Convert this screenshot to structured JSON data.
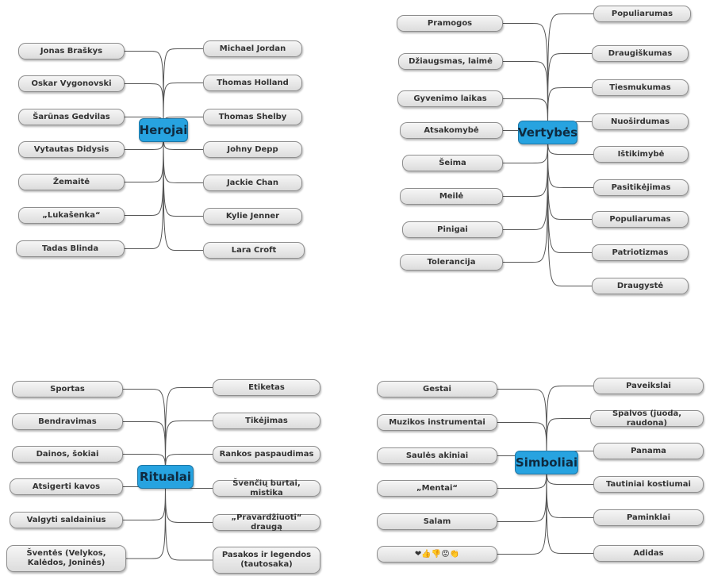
{
  "maps": {
    "herojai": {
      "title": "Herojai",
      "left": [
        "Jonas Braškys",
        "Oskar Vygonovski",
        "Šarūnas Gedvilas",
        "Vytautas Didysis",
        "Žemaitė",
        "„Lukašenka“",
        "Tadas Blinda"
      ],
      "right": [
        "Michael Jordan",
        "Thomas Holland",
        "Thomas Shelby",
        "Johny Depp",
        "Jackie Chan",
        "Kylie Jenner",
        "Lara Croft"
      ]
    },
    "vertybes": {
      "title": "Vertybės",
      "left": [
        "Pramogos",
        "Džiaugsmas, laimė",
        "Gyvenimo laikas",
        "Atsakomybė",
        "Šeima",
        "Meilė",
        "Pinigai",
        "Tolerancija"
      ],
      "right": [
        "Populiarumas",
        "Draugiškumas",
        "Tiesmukumas",
        "Nuoširdumas",
        "Ištikimybė",
        "Pasitikėjimas",
        "Populiarumas",
        "Patriotizmas",
        "Draugystė"
      ]
    },
    "ritualai": {
      "title": "Ritualai",
      "left": [
        "Sportas",
        "Bendravimas",
        "Dainos, šokiai",
        "Atsigerti kavos",
        "Valgyti saldainius",
        "Šventės (Velykos, Kalėdos, Joninės)"
      ],
      "right": [
        "Etiketas",
        "Tikėjimas",
        "Rankos paspaudimas",
        "Švenčių burtai, mistika",
        "„Pravardžiuoti“ draugą",
        "Pasakos ir legendos (tautosaka)"
      ]
    },
    "simboliai": {
      "title": "Simboliai",
      "left": [
        "Gestai",
        "Muzikos instrumentai",
        "Saulės akiniai",
        "„Mentai“",
        "Salam",
        "❤👍👎😡👏"
      ],
      "right": [
        "Paveikslai",
        "Spalvos (juoda, raudona)",
        "Panama",
        "Tautiniai kostiumai",
        "Paminklai",
        "Adidas"
      ]
    }
  },
  "colors": {
    "hub": "#27a3e0",
    "node_border": "#8e8e8e",
    "link": "#555555"
  }
}
